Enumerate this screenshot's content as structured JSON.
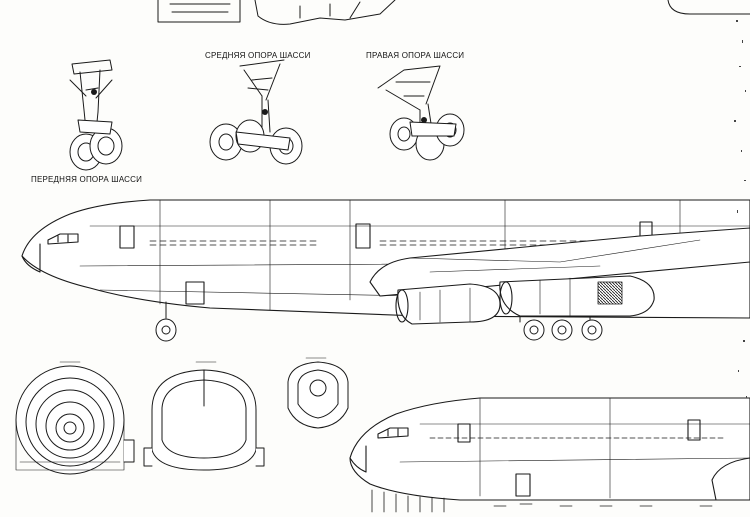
{
  "labels": {
    "nose_gear": "ПЕРЕДНЯЯ ОПОРА ШАССИ",
    "center_gear": "СРЕДНЯЯ ОПОРА ШАССИ",
    "right_gear": "ПРАВАЯ ОПОРА ШАССИ"
  },
  "colors": {
    "ink": "#1a1a1a",
    "paper": "#fdfdfb"
  }
}
